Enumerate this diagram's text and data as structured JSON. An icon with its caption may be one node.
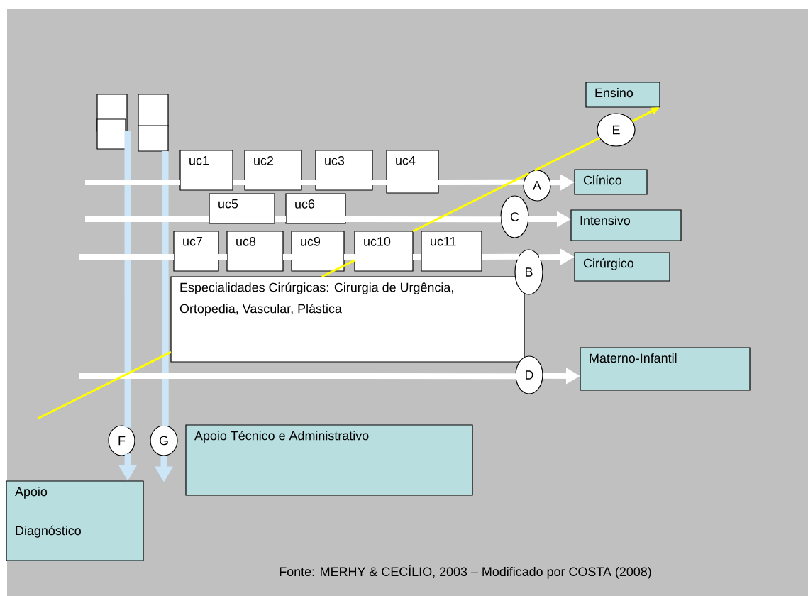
{
  "diagram": {
    "caption": "Fonte: MERHY & CECÍLIO, 2003 – Modificado por COSTA (2008)",
    "nodes": [
      {
        "text": [],
        "shape": "box"
      },
      {
        "text": [],
        "shape": "box"
      },
      {
        "text": [],
        "shape": "box"
      },
      {
        "text": [],
        "shape": "box"
      },
      {
        "text": [
          "uc1"
        ]
      },
      {
        "text": [
          "uc2"
        ]
      },
      {
        "text": [
          "uc3"
        ]
      },
      {
        "text": [
          "uc4"
        ]
      },
      {
        "text": [
          "uc5"
        ]
      },
      {
        "text": [
          "uc6"
        ]
      },
      {
        "text": [
          "uc7"
        ]
      },
      {
        "text": [
          "uc8"
        ]
      },
      {
        "text": [
          "uc9"
        ]
      },
      {
        "text": [
          "uc10"
        ]
      },
      {
        "text": [
          "uc11"
        ]
      },
      {
        "text": [
          "Especialidades Cirúrgicas: Cirurgia de Urgência, Ortopedia, Vascular, Plástica"
        ]
      },
      {
        "text": [
          "A"
        ]
      },
      {
        "text": [
          "C"
        ]
      },
      {
        "text": [
          "B"
        ]
      },
      {
        "text": [
          "D"
        ]
      },
      {
        "text": [
          "E"
        ]
      },
      {
        "text": [
          "F"
        ]
      },
      {
        "text": [
          "G"
        ]
      },
      {
        "text": [
          "Ensino"
        ]
      },
      {
        "text": [
          "Clínico"
        ]
      },
      {
        "text": [
          "Intensivo"
        ]
      },
      {
        "text": [
          "Cirúrgico"
        ]
      },
      {
        "text": [
          "Materno-Infantil"
        ]
      },
      {
        "text": [
          "Apoio Técnico e Administrativo"
        ]
      },
      {
        "text": [
          "Apoio Diagnóstico"
        ]
      }
    ],
    "edges": [
      {
        "from": 0,
        "to": 21,
        "arrow": "none",
        "color": "#cce6f8"
      },
      {
        "from": 21,
        "to": 29,
        "arrow": "to",
        "color": "#cce6f8"
      },
      {
        "from": 3,
        "to": 22,
        "arrow": "none",
        "color": "#cce6f8"
      },
      {
        "from": 22,
        "to": null,
        "arrow": "to",
        "color": "#cce6f8"
      },
      {
        "from": null,
        "to": 16,
        "arrow": "none"
      },
      {
        "from": 16,
        "to": 24,
        "arrow": "to"
      },
      {
        "from": null,
        "to": 17,
        "arrow": "none"
      },
      {
        "from": 17,
        "to": 25,
        "arrow": "to"
      },
      {
        "from": null,
        "to": 18,
        "arrow": "none"
      },
      {
        "from": 18,
        "to": 26,
        "arrow": "to"
      },
      {
        "from": null,
        "to": 19,
        "arrow": "none"
      },
      {
        "from": 19,
        "to": 27,
        "arrow": "to"
      },
      {
        "from": null,
        "to": 20,
        "arrow": "none",
        "color": "#ffff00"
      },
      {
        "from": 20,
        "to": 23,
        "arrow": "to",
        "color": "#ffff00"
      }
    ]
  }
}
